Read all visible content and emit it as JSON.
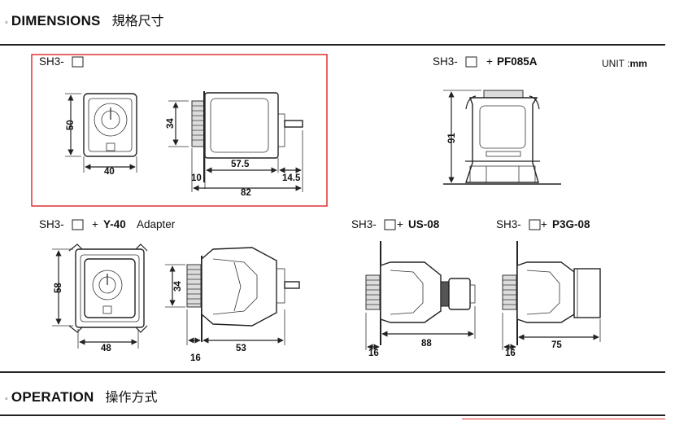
{
  "sections": {
    "dimensions": {
      "bullet": "◦",
      "title_en": "DIMENSIONS",
      "title_cn": "規格尺寸"
    },
    "operation": {
      "bullet": "◦",
      "title_en": "OPERATION",
      "title_cn": "操作方式"
    }
  },
  "unit": {
    "label": "UNIT :",
    "value": "mm"
  },
  "colors": {
    "highlight_border": "#e03030",
    "line": "#222222"
  },
  "drawings": {
    "base": {
      "model": "SH3-",
      "front": {
        "height": "50",
        "width": "40"
      },
      "side": {
        "height": "34",
        "body": "57.5",
        "front_offset": "10",
        "pins": "14.5",
        "total": "82"
      }
    },
    "pf085a": {
      "model": "SH3-",
      "plus": "+",
      "option": "PF085A",
      "height": "91"
    },
    "y40": {
      "model": "SH3-",
      "plus": "+",
      "option": "Y-40",
      "suffix": "Adapter",
      "front": {
        "height": "58",
        "width": "48"
      },
      "side": {
        "height": "34",
        "panel": "16",
        "depth": "53"
      }
    },
    "us08": {
      "model": "SH3-",
      "plus": "+",
      "option": "US-08",
      "panel": "16",
      "depth": "88"
    },
    "p3g08": {
      "model": "SH3-",
      "plus": "+",
      "option": "P3G-08",
      "panel": "16",
      "depth": "75"
    }
  }
}
